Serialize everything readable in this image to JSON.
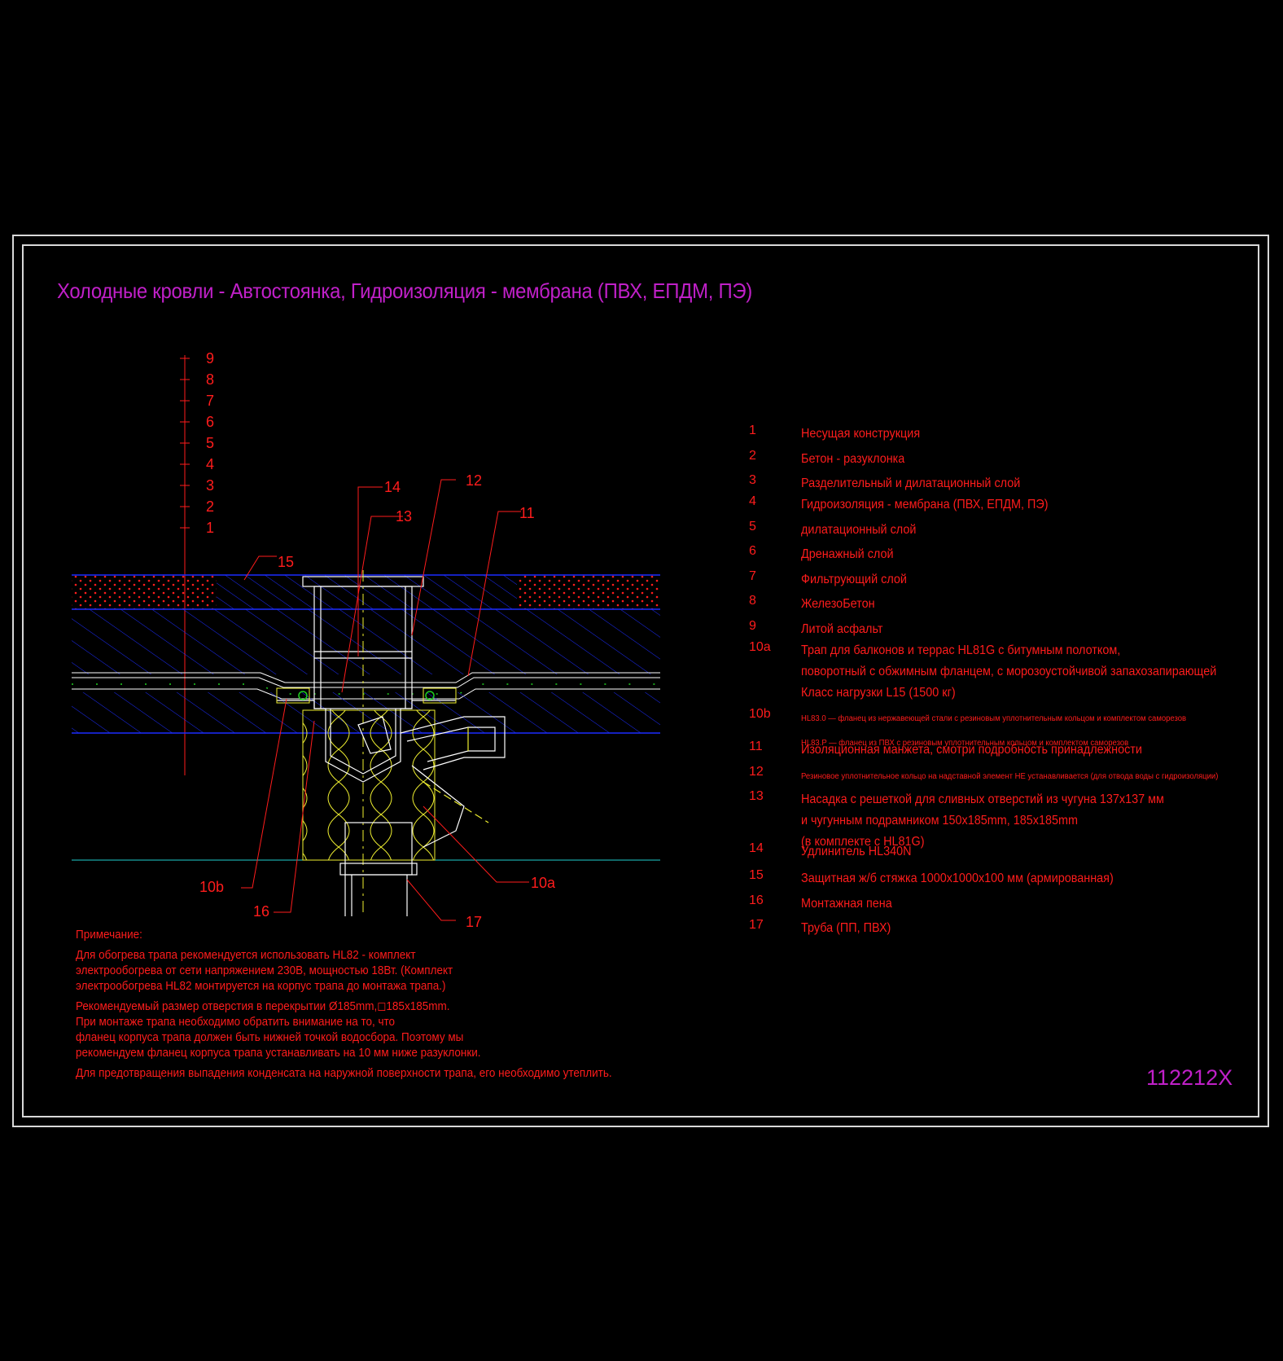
{
  "title": "Холодные кровли - Автостоянка, Гидроизоляция - мембрана (ПВХ, ЕПДМ, ПЭ)",
  "drawing_code": "112212X",
  "layer_scale": [
    "9",
    "8",
    "7",
    "6",
    "5",
    "4",
    "3",
    "2",
    "1"
  ],
  "callouts": [
    "14",
    "13",
    "12",
    "11",
    "15",
    "10b",
    "16",
    "17",
    "10a"
  ],
  "legend": [
    {
      "num": "1",
      "lines": [
        "Несущая конструкция"
      ]
    },
    {
      "num": "2",
      "lines": [
        "Бетон - разуклонка"
      ]
    },
    {
      "num": "3",
      "lines": [
        "Разделительный и дилатационный слой"
      ]
    },
    {
      "num": "4",
      "lines": [
        "Гидроизоляция - мембрана (ПВХ, ЕПДМ, ПЭ)"
      ]
    },
    {
      "num": "5",
      "lines": [
        "дилатационный слой"
      ]
    },
    {
      "num": "6",
      "lines": [
        "Дренажный слой"
      ]
    },
    {
      "num": "7",
      "lines": [
        "Фильтрующий слой"
      ]
    },
    {
      "num": "8",
      "lines": [
        "ЖелезоБетон"
      ]
    },
    {
      "num": "9",
      "lines": [
        "Литой асфальт"
      ]
    },
    {
      "num": "10a",
      "lines": [
        "Трап для балконов и террас HL81G с битумным полотком,",
        "поворотный с обжимным фланцем, с морозоустойчивой запахозапирающей",
        "Класс нагрузки L15 (1500 кг)"
      ]
    },
    {
      "num": "10b",
      "small": true,
      "lines": [
        "HL83.0 — фланец из нержавеющей стали с резиновым уплотнительным кольцом и комплектом саморезов",
        "HL83.P — фланец из ПВХ с резиновым уплотнительным кольцом и комплектом саморезов"
      ]
    },
    {
      "num": "11",
      "lines": [
        "Изоляционная манжета, смотри подробность принадлежности"
      ]
    },
    {
      "num": "12",
      "small": true,
      "lines": [
        "Резиновое уплотнительное кольцо на надставной элемент НЕ устанавливается (для отвода воды с гидроизоляции)"
      ]
    },
    {
      "num": "13",
      "lines": [
        "Насадка с решеткой для сливных отверстий из чугуна 137х137 мм",
        "и чугунным подрамником 150х185mm, 185х185mm",
        "(в комплекте с HL81G)"
      ]
    },
    {
      "num": "14",
      "lines": [
        "Удлинитель HL340N"
      ]
    },
    {
      "num": "15",
      "lines": [
        "Защитная ж/б стяжка 1000х1000х100 мм (армированная)"
      ]
    },
    {
      "num": "16",
      "lines": [
        "Монтажная пена"
      ]
    },
    {
      "num": "17",
      "lines": [
        "Труба (ПП, ПВХ)"
      ]
    }
  ],
  "notes": {
    "heading": "Примечание:",
    "p1": [
      "Для обогрева трапа рекомендуется использовать HL82 - комплект",
      "электрообогрева от сети напряжением 230В, мощностью 18Вт. (Комплект",
      "электрообогрева HL82 монтируется на корпус трапа до монтажа трапа.)"
    ],
    "p2": [
      "Рекомендуемый размер отверстия в перекрытии Ø185mm,◻185х185mm.",
      "При монтаже трапа необходимо обратить внимание на то, что",
      "фланец корпуса трапа должен быть нижней точкой водосбора. Поэтому мы",
      "рекомендуем фланец корпуса трапа устанавливать на 10 мм ниже разуклонки."
    ],
    "p3": [
      "Для предотвращения выпадения конденсата на наружной поверхности трапа, его необходимо утеплить."
    ]
  },
  "colors": {
    "frame": "#d8d8d8",
    "title": "#c020c8",
    "text": "#ff1c1c",
    "hatch": "#1c2cff",
    "insulation": "#f0f030",
    "pipe": "#ffffff",
    "cyan": "#20d0d0",
    "green": "#20d020"
  }
}
